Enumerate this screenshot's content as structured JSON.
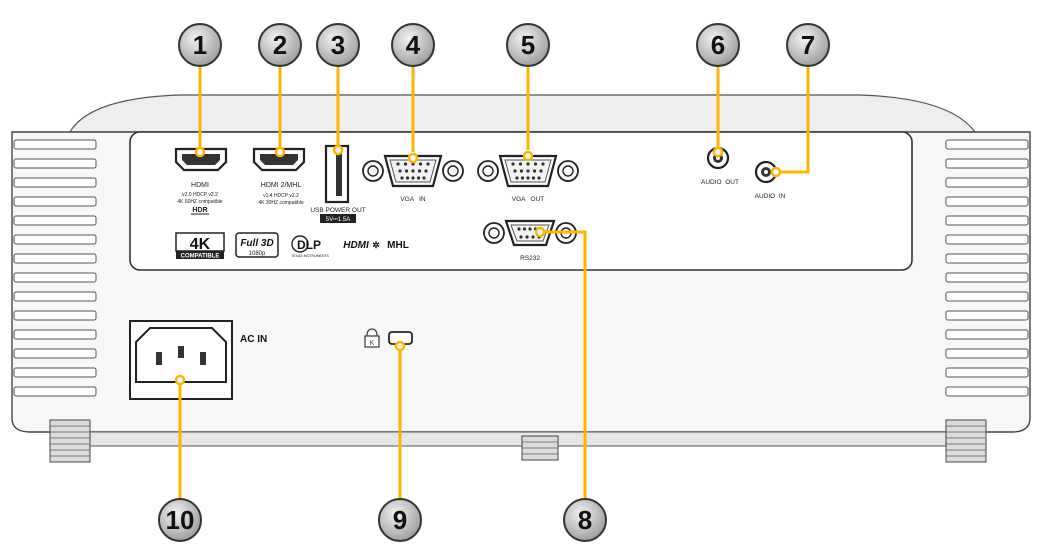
{
  "callouts": [
    "1",
    "2",
    "3",
    "4",
    "5",
    "6",
    "7",
    "8",
    "9",
    "10"
  ],
  "ports": {
    "hdmi1": {
      "title": "HDMI",
      "line1": "v2.0 HDCP v2.2",
      "line2": "4K 60HZ compatible",
      "badge": "HDR"
    },
    "hdmi2": {
      "title": "HDMI 2/MHL",
      "line1": "v1.4 HDCP v2.2",
      "line2": "4K 30HZ compatible"
    },
    "usb": {
      "title": "USB POWER OUT",
      "rating": "5V⎓1.5A"
    },
    "vga_in": {
      "title": "VGA   IN"
    },
    "vga_out": {
      "title": "VGA   OUT"
    },
    "audio_out": {
      "title": "AUDIO  OUT"
    },
    "audio_in": {
      "title": "AUDIO  IN"
    },
    "rs232": {
      "title": "RS232"
    },
    "ac_in": {
      "title": "AC IN"
    }
  },
  "logos": {
    "k4": "4K",
    "k4_sub": "COMPATIBLE",
    "full3d": "Full 3D",
    "full3d_sub": "1080p",
    "dlp": "DLP",
    "dlp_sub": "TEXAS INSTRUMENTS",
    "hdmi": "HDMI",
    "mhl": "MHL"
  }
}
